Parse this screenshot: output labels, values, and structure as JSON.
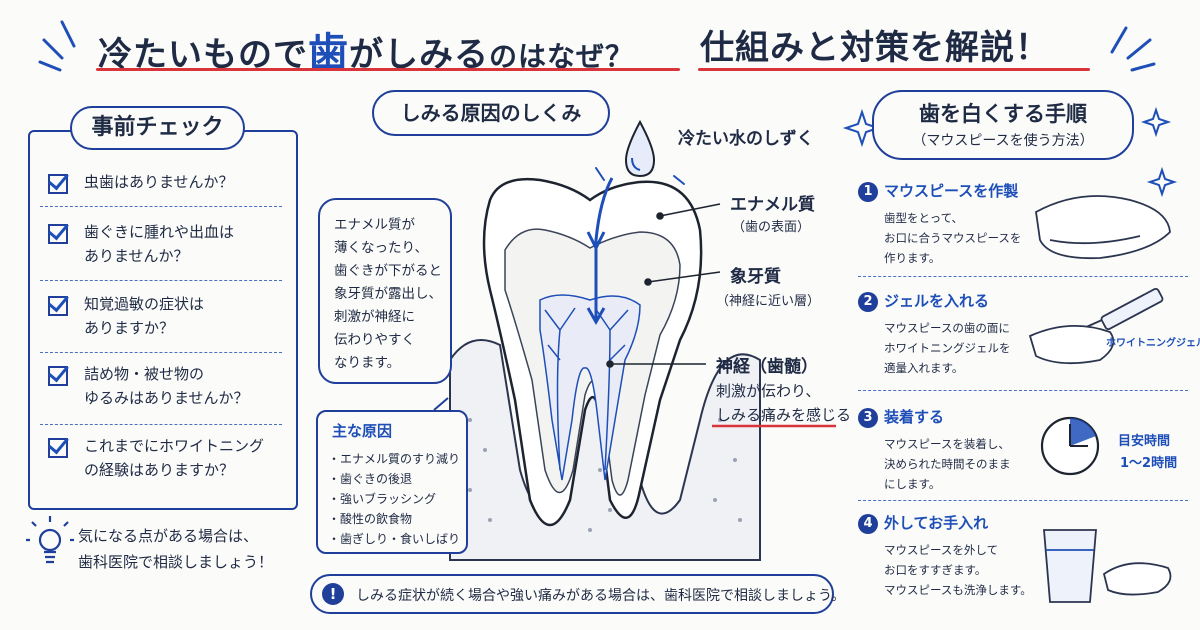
{
  "title": {
    "part1": "冷たいもので",
    "part1_highlight": "歯",
    "part1_tail": "がしみる",
    "part1_small": "のはなぜ？",
    "part2": "仕組みと対策を解説！"
  },
  "check": {
    "title": "事前チェック",
    "items": [
      "虫歯はありませんか？",
      "歯ぐきに腫れや出血は\nありませんか？",
      "知覚過敏の症状は\nありますか？",
      "詰め物・被せ物の\nゆるみはありませんか？",
      "これまでにホワイトニング\nの経験はありますか？"
    ],
    "hint_line1": "気になる点がある場合は、",
    "hint_line2": "歯科医院で相談しましょう！"
  },
  "center": {
    "heading": "しみる原因のしくみ",
    "droplet_label": "冷たい水のしずく",
    "bubble": "エナメル質が\n薄くなったり、\n歯ぐきが下がると\n象牙質が露出し、\n刺激が神経に\n伝わりやすく\nなります。",
    "enamel_label": "エナメル質",
    "enamel_sub": "（歯の表面）",
    "dentin_label": "象牙質",
    "dentin_sub": "（神経に近い層）",
    "nerve_label": "神経（歯髄）",
    "nerve_line1": "刺激が伝わり、",
    "nerve_line2": "しみる痛みを感じる",
    "causes_title": "主な原因",
    "causes": [
      "・エナメル質のすり減り",
      "・歯ぐきの後退",
      "・強いブラッシング",
      "・酸性の飲食物",
      "・歯ぎしり・食いしばり"
    ],
    "notice": "しみる症状が続く場合や強い痛みがある場合は、歯科医院で相談しましょう。",
    "notice_icon": "!"
  },
  "steps": {
    "title": "歯を白くする手順",
    "subtitle": "（マウスピースを使う方法）",
    "items": [
      {
        "num": "1",
        "head": "マウスピースを作製",
        "body": "歯型をとって、\nお口に合うマウスピースを\n作ります。"
      },
      {
        "num": "2",
        "head": "ジェルを入れる",
        "body": "マウスピースの歯の面に\nホワイトニングジェルを\n適量入れます。"
      },
      {
        "num": "3",
        "head": "装着する",
        "body": "マウスピースを装着し、\n決められた時間そのまま\nにします。"
      },
      {
        "num": "4",
        "head": "外してお手入れ",
        "body": "マウスピースを外して\nお口をすすぎます。\nマウスピースも洗浄します。"
      }
    ],
    "gel_label": "ホワイトニングジェル",
    "time_label": "目安時間",
    "time_value": "1〜2時間"
  },
  "colors": {
    "accent": "#1e4fb8",
    "ink": "#1f2a44",
    "underline": "#d8343a"
  }
}
